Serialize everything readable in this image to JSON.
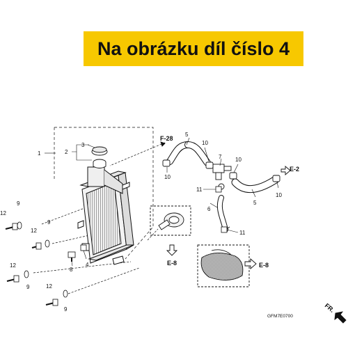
{
  "banner": {
    "text": "Na obrázku díl číslo 4",
    "color": "#f7c800"
  },
  "callouts": {
    "c1": "1",
    "c2": "2",
    "c3": "3",
    "c4": "4",
    "c5a": "5",
    "c5b": "5",
    "c6": "6",
    "c7": "7",
    "c8": "8",
    "c9a": "9",
    "c9b": "9",
    "c9c": "9",
    "c9d": "9",
    "c10a": "10",
    "c10b": "10",
    "c10c": "10",
    "c10d": "10",
    "c11a": "11",
    "c11b": "11",
    "c12a": "12",
    "c12b": "12",
    "c12c": "12",
    "c12d": "12"
  },
  "refs": {
    "f28": "F-28",
    "e2": "E-2",
    "e8a": "E-8",
    "e8b": "E-8",
    "fr": "FR."
  },
  "diagram_code": "GFM7E0700"
}
